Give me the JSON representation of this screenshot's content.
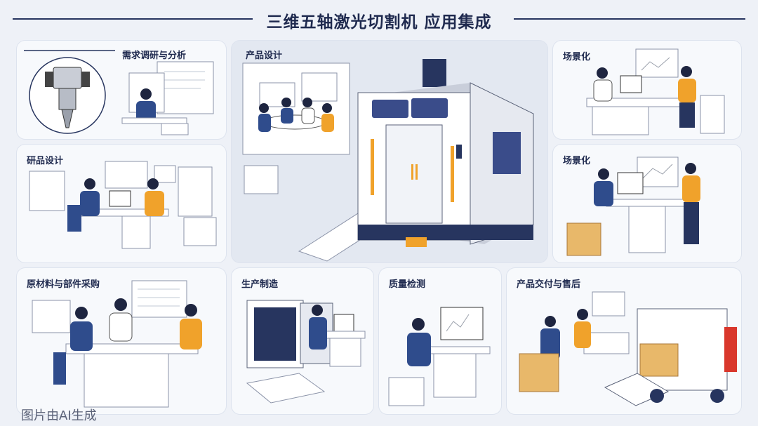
{
  "title": "三维五轴激光切割机 应用集成",
  "footer": "图片由AI生成",
  "colors": {
    "navy": "#1f2a4f",
    "worker_blue": "#2f4c8c",
    "safety_orange": "#f0a22b",
    "panel_bg": "#f7f9fc"
  },
  "panels": {
    "research": {
      "label": "需求调研与分析"
    },
    "product_design": {
      "label": "产品设计"
    },
    "scene1": {
      "label": "场景化"
    },
    "rd_design": {
      "label": "研品设计"
    },
    "scene2": {
      "label": "场景化"
    },
    "procurement": {
      "label": "原材料与部件采购"
    },
    "manufacturing": {
      "label": "生产制造"
    },
    "quality": {
      "label": "质量检测"
    },
    "delivery": {
      "label": "产品交付与售后"
    }
  }
}
